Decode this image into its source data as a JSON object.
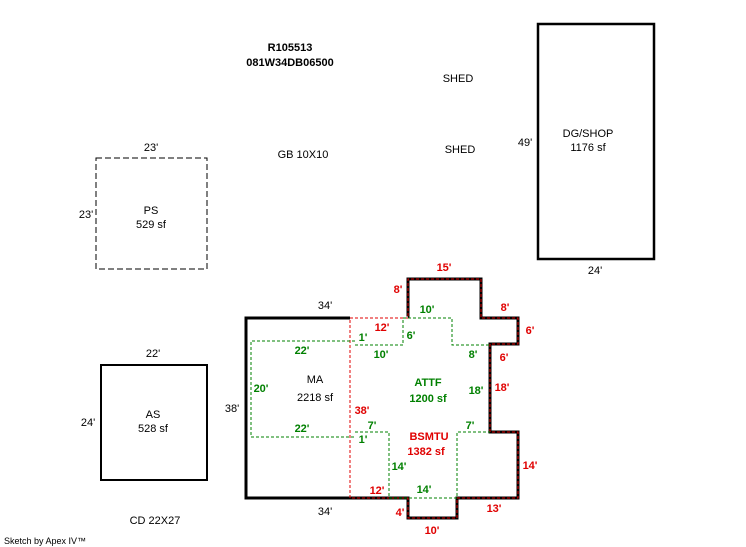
{
  "header": {
    "id": "R105513",
    "parcel": "081W34DB06500"
  },
  "labels": {
    "shed1": "SHED",
    "shed2": "SHED",
    "gb": "GB 10X10",
    "cd": "CD 22X27",
    "footer": "Sketch by Apex IV™"
  },
  "ps": {
    "name": "PS",
    "area": "529 sf",
    "top": "23'",
    "left": "23'"
  },
  "as": {
    "name": "AS",
    "area": "528 sf",
    "top": "22'",
    "left": "24'"
  },
  "dg": {
    "name": "DG/SHOP",
    "area": "1176 sf",
    "left": "49'",
    "bottom": "24'"
  },
  "ma": {
    "name": "MA",
    "area": "2218 sf",
    "top": "34'",
    "bottom": "34'",
    "left": "38'",
    "inner_top": "22'",
    "inner_bottom": "22'",
    "inner_left": "20'"
  },
  "attf": {
    "name": "ATTF",
    "area": "1200 sf",
    "d": [
      "10'",
      "6'",
      "1'",
      "10'",
      "8'",
      "18'",
      "7'",
      "7'",
      "1'",
      "14'",
      "14'"
    ]
  },
  "bsmtu": {
    "name": "BSMTU",
    "area": "1382 sf",
    "d": [
      "15'",
      "8'",
      "8'",
      "6'",
      "6'",
      "18'",
      "14'",
      "13'",
      "10'",
      "4'",
      "12'",
      "12'",
      "38'"
    ]
  },
  "colors": {
    "attf": "#008000",
    "bsmtu": "#e00000"
  }
}
